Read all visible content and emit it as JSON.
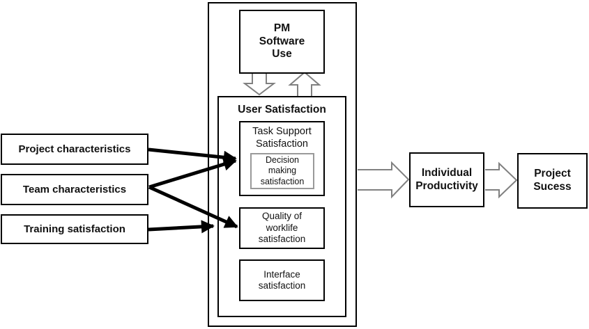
{
  "diagram": {
    "left_column": {
      "boxes": [
        {
          "id": "project-characteristics",
          "label": "Project characteristics"
        },
        {
          "id": "team-characteristics",
          "label": "Team characteristics"
        },
        {
          "id": "training-satisfaction",
          "label": "Training satisfaction"
        }
      ]
    },
    "center_model": {
      "pm_software_use_label": "PM\nSoftware\nUse",
      "user_satisfaction_label": "User Satisfaction",
      "task_support_label": "Task Support\nSatisfaction",
      "decision_making_label": "Decision\nmaking\nsatisfaction",
      "quality_worklife_label": "Quality of\nworklife\nsatisfaction",
      "interface_label": "Interface\nsatisfaction"
    },
    "right_column": {
      "individual_productivity_label": "Individual\nProductivity",
      "project_success_label": "Project\nSucess"
    },
    "edges": [
      {
        "from": "project-characteristics",
        "to": "task-support-satisfaction",
        "style": "solid-black-arrow"
      },
      {
        "from": "team-characteristics",
        "to": "task-support-satisfaction",
        "style": "solid-black-arrow"
      },
      {
        "from": "team-characteristics",
        "to": "quality-of-worklife-satisfaction",
        "style": "solid-black-arrow"
      },
      {
        "from": "training-satisfaction",
        "to": "user-satisfaction",
        "style": "solid-black-arrow"
      },
      {
        "from": "pm-software-use",
        "to": "user-satisfaction",
        "style": "hollow-block-arrow"
      },
      {
        "from": "user-satisfaction",
        "to": "pm-software-use",
        "style": "hollow-block-arrow"
      },
      {
        "from": "user-satisfaction-group",
        "to": "individual-productivity",
        "style": "hollow-block-arrow"
      },
      {
        "from": "individual-productivity",
        "to": "project-success",
        "style": "hollow-block-arrow"
      }
    ],
    "colors": {
      "box_border": "#000000",
      "decision_box_border": "#999999",
      "hollow_arrow_outline": "#808080",
      "solid_arrow": "#000000",
      "background": "#ffffff",
      "text": "#111111"
    }
  }
}
